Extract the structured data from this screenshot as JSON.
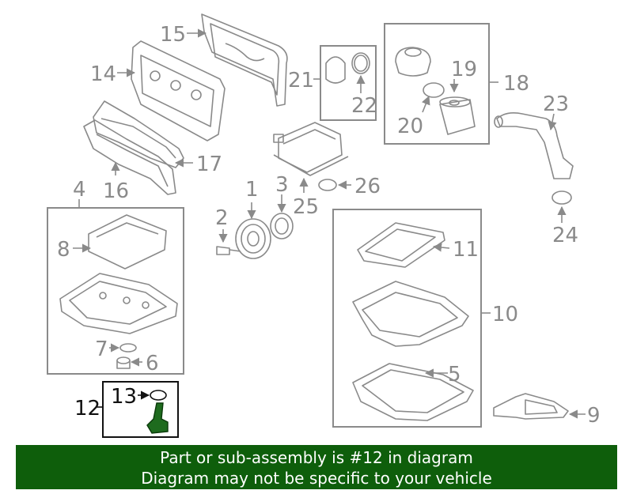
{
  "callouts": {
    "c1": "1",
    "c2": "2",
    "c3": "3",
    "c4": "4",
    "c5": "5",
    "c6": "6",
    "c7": "7",
    "c8": "8",
    "c9": "9",
    "c10": "10",
    "c11": "11",
    "c12": "12",
    "c13": "13",
    "c14": "14",
    "c15": "15",
    "c16": "16",
    "c17": "17",
    "c18": "18",
    "c19": "19",
    "c20": "20",
    "c21": "21",
    "c22": "22",
    "c23": "23",
    "c24": "24",
    "c25": "25",
    "c26": "26"
  },
  "banner": {
    "line1": "Part or sub-assembly is #12 in diagram",
    "line2": "Diagram may not be specific to your vehicle"
  },
  "colors": {
    "banner_bg": "#0e5e0b",
    "banner_text": "#ffffff",
    "highlight_part": "#1e6b1e",
    "line_gray": "#8a8a8a"
  }
}
